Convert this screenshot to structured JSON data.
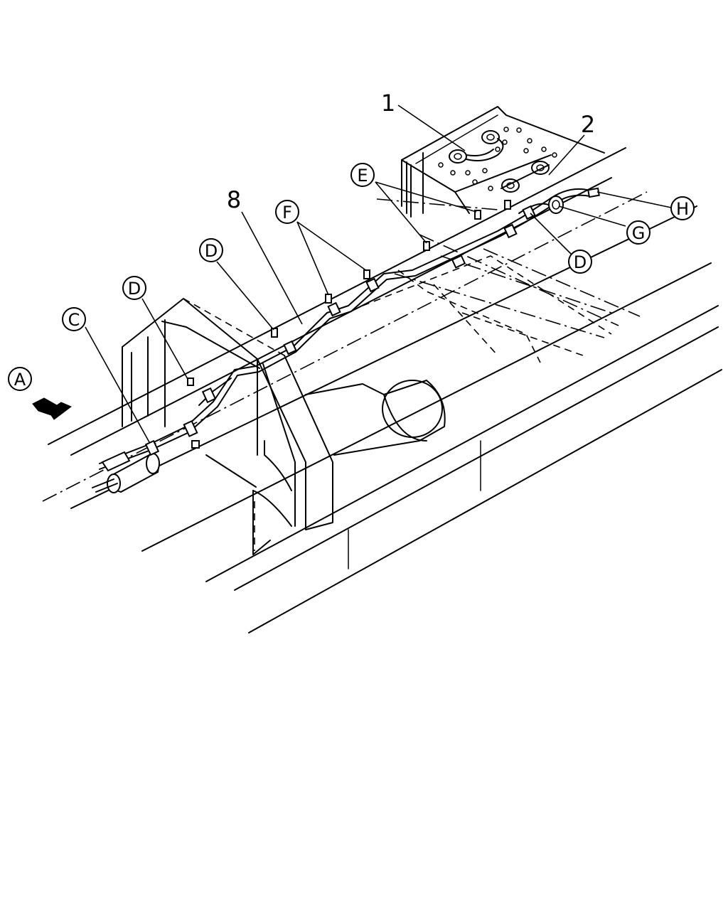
{
  "callouts": [
    {
      "id": "A",
      "label": "A"
    },
    {
      "id": "C",
      "label": "C"
    },
    {
      "id": "D1",
      "label": "D"
    },
    {
      "id": "D2",
      "label": "D"
    },
    {
      "id": "D3",
      "label": "D"
    },
    {
      "id": "E",
      "label": "E"
    },
    {
      "id": "F",
      "label": "F"
    },
    {
      "id": "G",
      "label": "G"
    },
    {
      "id": "H",
      "label": "H"
    }
  ],
  "part_numbers": [
    {
      "id": "p1",
      "label": "1"
    },
    {
      "id": "p2",
      "label": "2"
    },
    {
      "id": "p8",
      "label": "8"
    }
  ],
  "icons": {
    "direction_arrow": "arrow-right-icon"
  }
}
